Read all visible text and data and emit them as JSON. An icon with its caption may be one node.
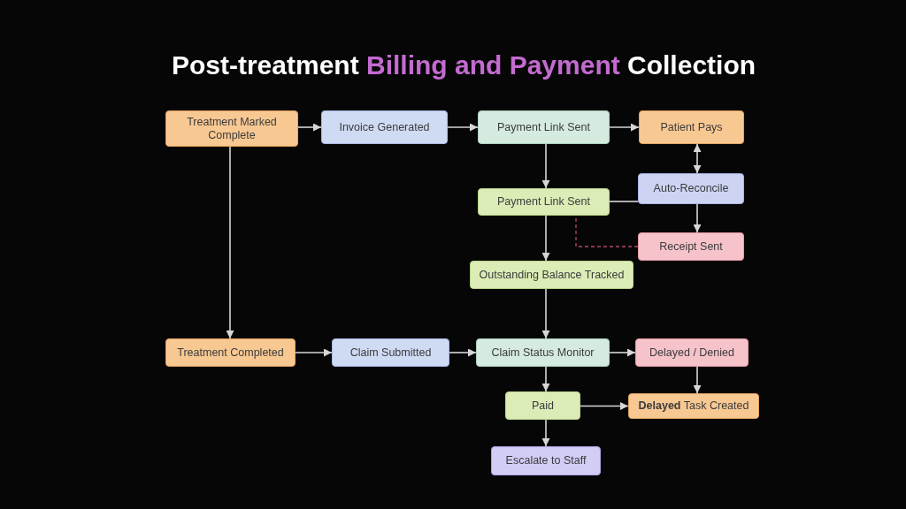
{
  "diagram": {
    "title": "Post-treatment **Billing and Payment** Collection",
    "nodes": [
      {
        "text": [
          "Treatment Marked Complete"
        ]
      },
      {
        "text": [
          "Invoice Generated"
        ]
      },
      {
        "text": [
          "Payment Link Sent"
        ]
      },
      {
        "text": [
          "Patient Pays"
        ]
      },
      {
        "text": [
          "Auto-Reconcile"
        ]
      },
      {
        "text": [
          "Payment Link Sent"
        ]
      },
      {
        "text": [
          "Receipt Sent"
        ]
      },
      {
        "text": [
          "Outstanding Balance Tracked"
        ]
      },
      {
        "text": [
          "Treatment Completed"
        ]
      },
      {
        "text": [
          "Claim Submitted"
        ]
      },
      {
        "text": [
          "Claim Status Monitor"
        ]
      },
      {
        "text": [
          "Delayed / Denied"
        ]
      },
      {
        "text": [
          "Paid"
        ]
      },
      {
        "text": [
          "**Delayed** Task Created"
        ]
      },
      {
        "text": [
          "Escalate to Staff"
        ]
      }
    ],
    "edges": [
      {
        "from": 0,
        "to": 1,
        "arrow": "to"
      },
      {
        "from": 1,
        "to": 2,
        "arrow": "to"
      },
      {
        "from": 2,
        "to": 3,
        "arrow": "to"
      },
      {
        "from": 0,
        "to": 8,
        "arrow": "to"
      },
      {
        "from": 2,
        "to": 5,
        "arrow": "to"
      },
      {
        "from": 3,
        "to": 4,
        "arrow": "both"
      },
      {
        "from": 5,
        "to": 4,
        "arrow": "none"
      },
      {
        "from": 4,
        "to": 6,
        "arrow": "to"
      },
      {
        "from": 6,
        "to": 5,
        "arrow": "none",
        "style": "dashed",
        "color": "#b5486b"
      },
      {
        "from": 5,
        "to": 7,
        "arrow": "to"
      },
      {
        "from": 7,
        "to": 10,
        "arrow": "to"
      },
      {
        "from": 8,
        "to": 9,
        "arrow": "to"
      },
      {
        "from": 9,
        "to": 10,
        "arrow": "to"
      },
      {
        "from": 10,
        "to": 11,
        "arrow": "to"
      },
      {
        "from": 10,
        "to": 12,
        "arrow": "to"
      },
      {
        "from": 11,
        "to": 13,
        "arrow": "to"
      },
      {
        "from": 12,
        "to": 13,
        "arrow": "to"
      },
      {
        "from": 12,
        "to": 14,
        "arrow": "to"
      }
    ]
  }
}
